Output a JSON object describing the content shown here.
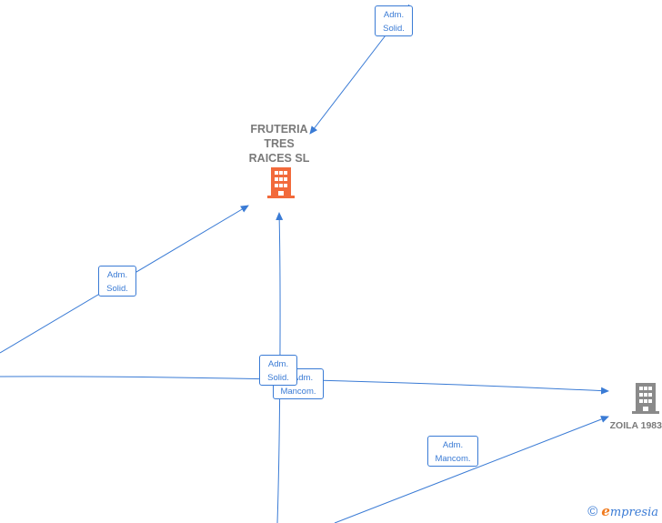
{
  "colors": {
    "edge": "#3a7bd5",
    "main_company": "#f26a3b",
    "other_company": "#8a8a8a",
    "label_text": "#7a7a7a"
  },
  "nodes": {
    "main": {
      "name_lines": [
        "FRUTERIA",
        "TRES",
        "RAICES SL"
      ],
      "icon": "building-icon"
    },
    "zoila": {
      "name": "ZOILA 1983",
      "icon": "building-icon"
    }
  },
  "edge_labels": {
    "top": [
      "Adm.",
      "Solid."
    ],
    "left": [
      "Adm.",
      "Solid."
    ],
    "center_front": [
      "Adm.",
      "Solid."
    ],
    "center_back": [
      "Adm.",
      "Mancom."
    ],
    "bottom_right": [
      "Adm.",
      "Mancom."
    ]
  },
  "brand": {
    "copyright": "©",
    "first_letter": "e",
    "rest": "mpresia"
  }
}
